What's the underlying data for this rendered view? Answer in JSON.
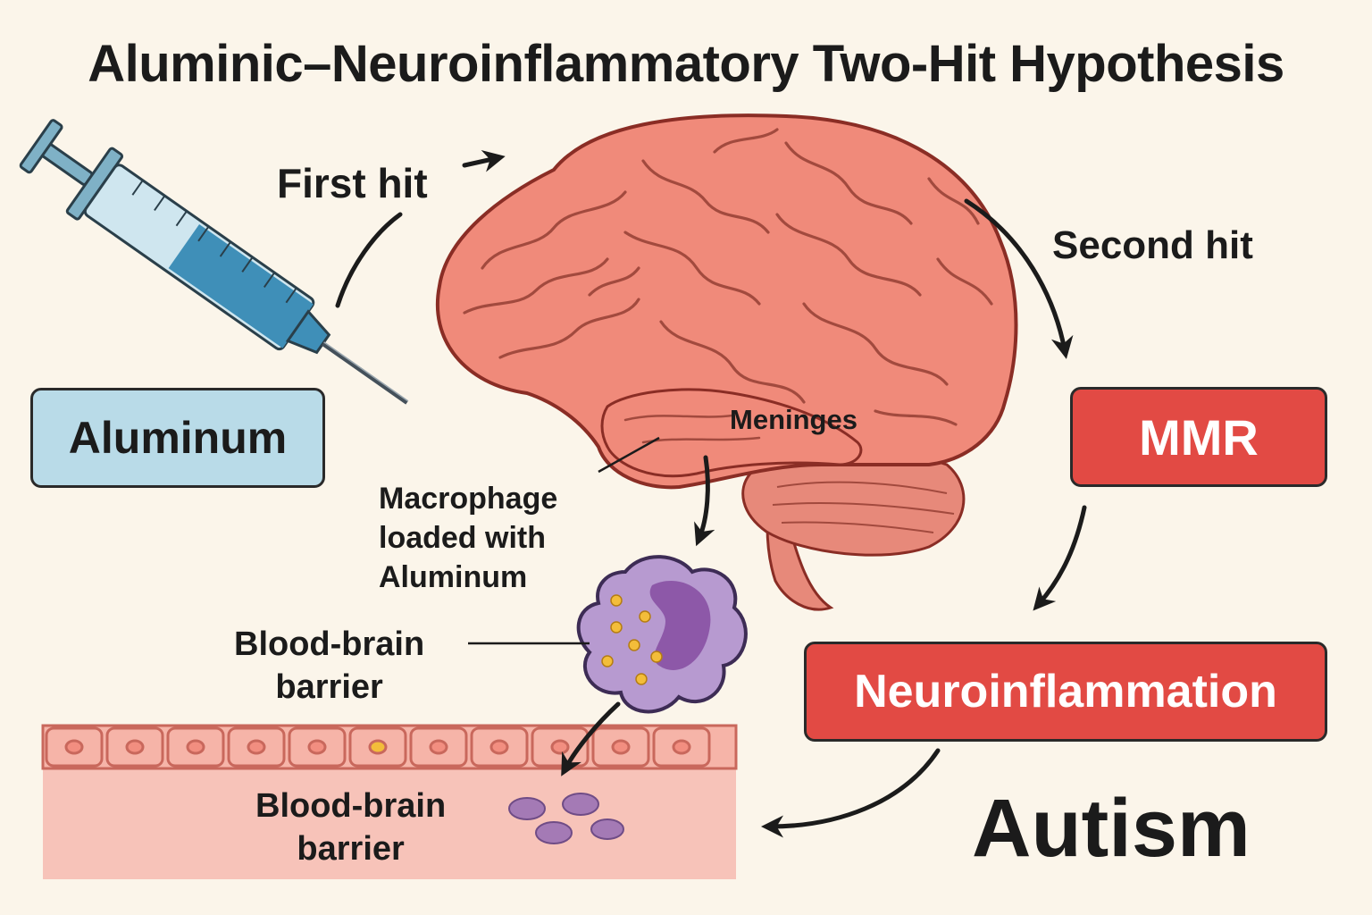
{
  "title": "Aluminic–Neuroinflammatory Two-Hit Hypothesis",
  "labels": {
    "first_hit": "First hit",
    "second_hit": "Second hit",
    "aluminum": "Aluminum",
    "mmr": "MMR",
    "meninges": "Meninges",
    "macrophage": [
      "Macrophage",
      "loaded with",
      "Aluminum"
    ],
    "bbb_upper": [
      "Blood-brain",
      "barrier"
    ],
    "bbb_lower": [
      "Blood-brain",
      "barrier"
    ],
    "neuroinflammation": "Neuroinflammation",
    "autism": "Autism"
  },
  "colors": {
    "background": "#fbf5ea",
    "aluminum_box": "#b9dbe8",
    "red_box": "#e24a44",
    "brain": "#f08a7a",
    "macrophage": "#b79ad0",
    "tissue": "#f7c3b9"
  },
  "icons": [
    "syringe-icon",
    "brain-illustration",
    "macrophage-cell-icon",
    "tissue-layer"
  ]
}
